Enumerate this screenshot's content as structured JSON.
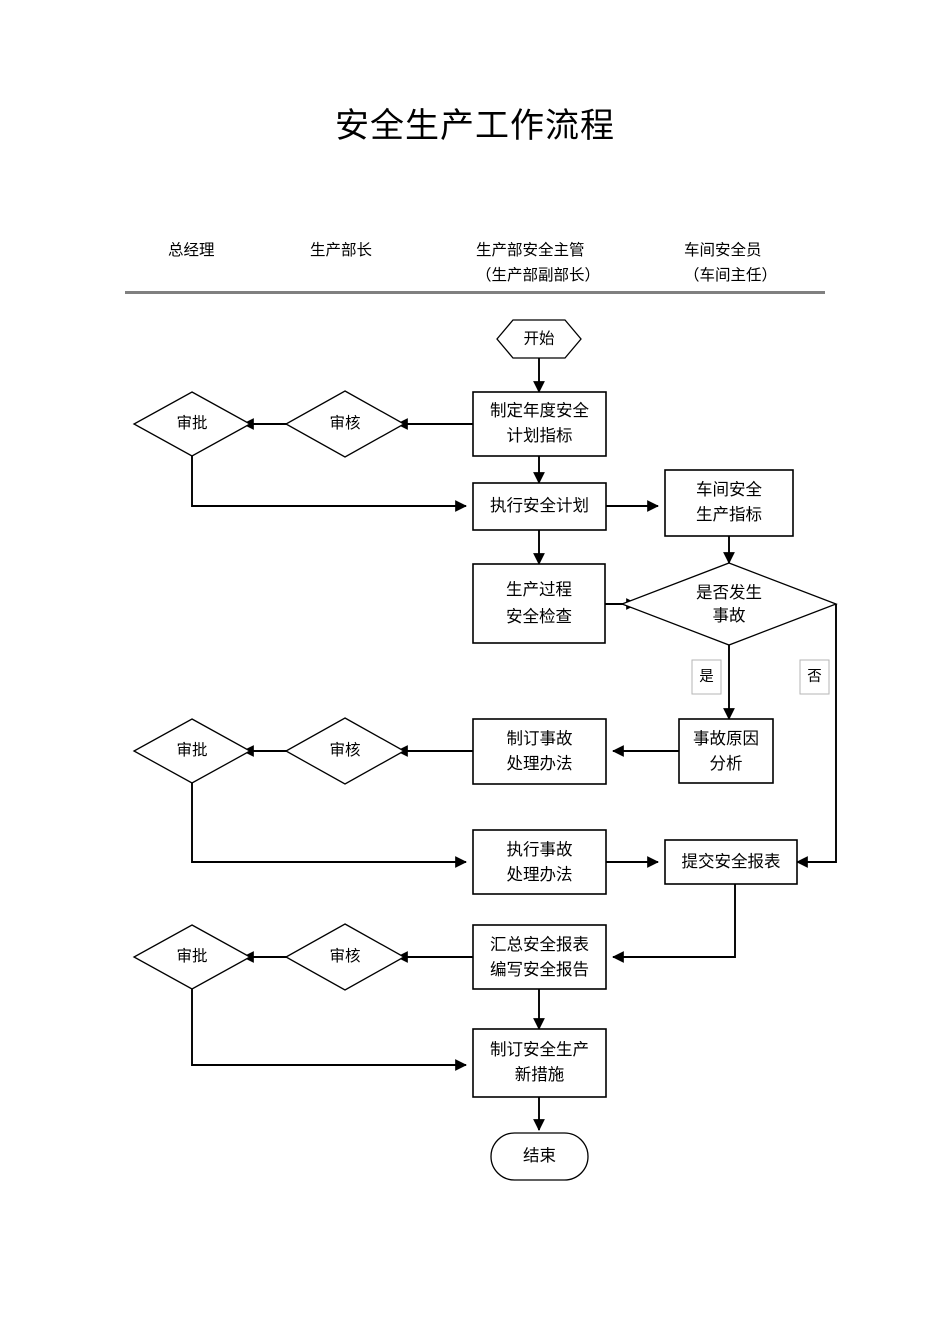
{
  "document": {
    "title": "安全生产工作流程"
  },
  "columns": [
    {
      "id": "general-manager",
      "label": "总经理",
      "sub": ""
    },
    {
      "id": "production-director",
      "label": "生产部长",
      "sub": ""
    },
    {
      "id": "safety-supervisor",
      "label": "生产部安全主管",
      "sub": "（生产部副部长）"
    },
    {
      "id": "workshop-safety-officer",
      "label": "车间安全员",
      "sub": "（车间主任）"
    }
  ],
  "nodes": {
    "start": {
      "label": "开始",
      "shape": "hexagon"
    },
    "annual_plan": {
      "line1": "制定年度安全",
      "line2": "计划指标",
      "shape": "process"
    },
    "review1": {
      "label": "审核",
      "shape": "diamond"
    },
    "approve1": {
      "label": "审批",
      "shape": "diamond"
    },
    "execute_plan": {
      "line1": "执行安全计划",
      "line2": "",
      "shape": "process"
    },
    "workshop_targets": {
      "line1": "车间安全",
      "line2": "生产指标",
      "shape": "process"
    },
    "safety_inspection": {
      "line1": "生产过程",
      "line2": "安全检查",
      "shape": "process"
    },
    "accident_decision": {
      "line1": "是否发生",
      "line2": "事故",
      "shape": "diamond"
    },
    "cause_analysis": {
      "line1": "事故原因",
      "line2": "分析",
      "shape": "process"
    },
    "make_measures": {
      "line1": "制订事故",
      "line2": "处理办法",
      "shape": "process"
    },
    "review2": {
      "label": "审核",
      "shape": "diamond"
    },
    "approve2": {
      "label": "审批",
      "shape": "diamond"
    },
    "execute_measures": {
      "line1": "执行事故",
      "line2": "处理办法",
      "shape": "process"
    },
    "submit_report": {
      "line1": "提交安全报表",
      "line2": "",
      "shape": "process"
    },
    "compile_report": {
      "line1": "汇总安全报表",
      "line2": "编写安全报告",
      "shape": "process"
    },
    "review3": {
      "label": "审核",
      "shape": "diamond"
    },
    "approve3": {
      "label": "审批",
      "shape": "diamond"
    },
    "new_measures": {
      "line1": "制订安全生产",
      "line2": "新措施",
      "shape": "process"
    },
    "end": {
      "label": "结束",
      "shape": "terminator"
    }
  },
  "edge_labels": {
    "yes": "是",
    "no": "否"
  },
  "colors": {
    "stroke": "#000000",
    "rule": "#808080",
    "label_box_border": "#b6b6b6",
    "background": "#ffffff"
  }
}
